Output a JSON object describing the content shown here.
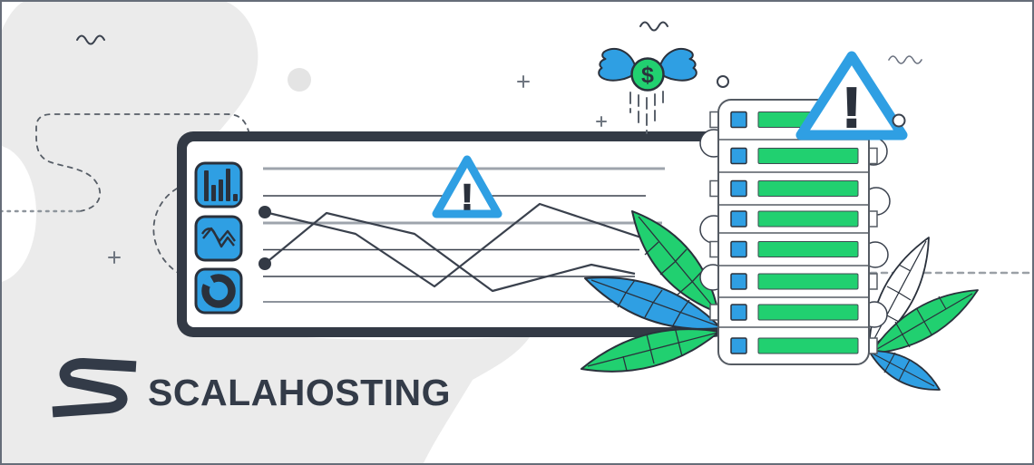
{
  "brand": {
    "logo_text": "SCALAHOSTING"
  },
  "money_icon": {
    "currency_symbol": "$"
  },
  "warning": {
    "exclamation_mark": "!"
  },
  "dashboard": {
    "sidebar_icons": [
      "bar-chart-icon",
      "line-graph-icon",
      "donut-chart-icon"
    ],
    "gridline_count": 6,
    "trend_line_count": 2
  },
  "server_rack": {
    "row_count": 8
  },
  "colors": {
    "brand_blue": "#2F9FE3",
    "brand_green": "#21D070",
    "dark_navy": "#333A45",
    "blob_gray": "#EBEBEB",
    "grid_gray": "#9EA4AC",
    "background": "#FFFFFF"
  }
}
